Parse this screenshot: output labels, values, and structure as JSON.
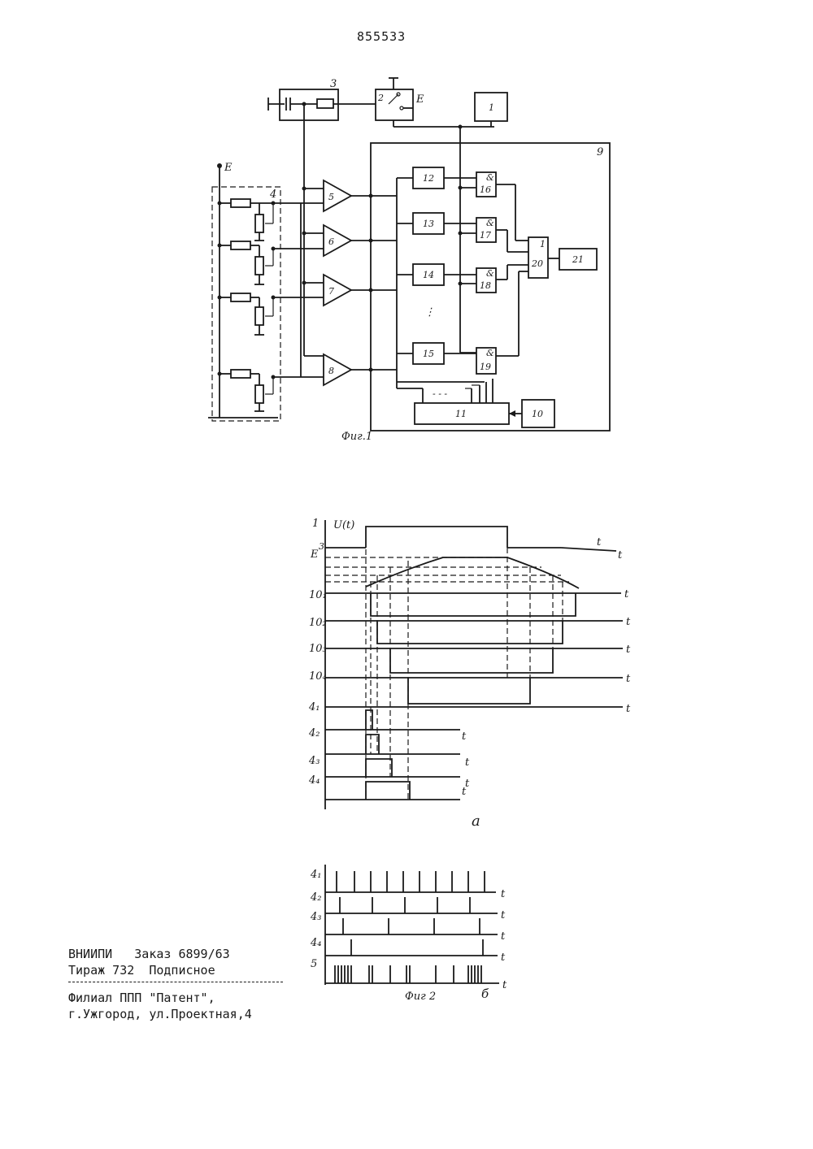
{
  "patent_number": "855533",
  "figure1": {
    "caption": "Фиг.1",
    "blocks": {
      "b1": "1",
      "b2": "2",
      "b3": "3",
      "b4": "4",
      "b5": "5",
      "b6": "6",
      "b7": "7",
      "b8": "8",
      "b9": "9",
      "b10": "10",
      "b11": "11",
      "b12": "12",
      "b13": "13",
      "b14": "14",
      "b15": "15",
      "b16": "16",
      "b17": "17",
      "b18": "18",
      "b19": "19",
      "b20": "20",
      "b21": "21"
    },
    "supply_label": "E",
    "switch_label": "E",
    "and_symbol": "&",
    "or_symbol": "1",
    "ellipsis": "⋮",
    "bus_ellipsis": "- - -"
  },
  "figure2a": {
    "y_label": "U(t)",
    "sub_label": "а",
    "row_labels": {
      "r1": "1",
      "rE": "E",
      "r3": "3",
      "r10_1": "10₁",
      "r10_2": "10₂",
      "r10_3": "10₃",
      "r10_4": "10₄",
      "r4_1": "4₁",
      "r4_2": "4₂",
      "r4_3": "4₃",
      "r4_4": "4₄"
    },
    "axis_label": "t"
  },
  "figure2b": {
    "caption": "Фиг 2",
    "sub_label": "б",
    "row_labels": {
      "r4_1": "4₁",
      "r4_2": "4₂",
      "r4_3": "4₃",
      "r4_4": "4₄",
      "r5": "5"
    },
    "axis_label": "t"
  },
  "imprint": {
    "line1": "ВНИИПИ   Заказ 6899/63",
    "line2": "Тираж 732  Подписное",
    "line3": "Филиал ППП \"Патент\",",
    "line4": "г.Ужгород, ул.Проектная,4"
  }
}
